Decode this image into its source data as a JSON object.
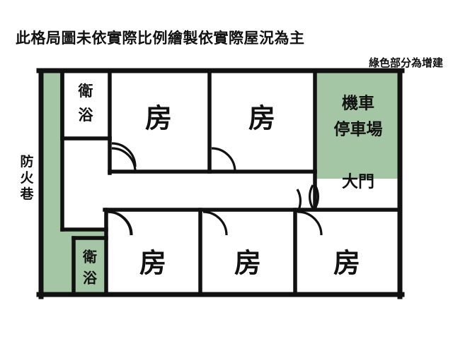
{
  "document": {
    "title_note": "此格局圖未依實際比例繪製依實際屋況為主",
    "legend_note": "綠色部分為增建",
    "colors": {
      "extension_green": "#a5c6a5",
      "wall_black": "#111111",
      "background": "#ffffff"
    }
  },
  "floorplan": {
    "exterior_label": {
      "fire_lane": "防火巷",
      "fire_lane_chars": [
        "防",
        "火",
        "巷"
      ]
    },
    "rooms": [
      {
        "id": "bath-top",
        "label": "衛浴",
        "chars": [
          "衛",
          "浴"
        ],
        "area": "top-left",
        "extension": false
      },
      {
        "id": "room-top-1",
        "label": "房",
        "area": "top",
        "extension": false
      },
      {
        "id": "room-top-2",
        "label": "房",
        "area": "top",
        "extension": false
      },
      {
        "id": "moto-park",
        "label": "機車停車場",
        "line1": "機車",
        "line2": "停車場",
        "area": "top-right",
        "extension": true
      },
      {
        "id": "main-gate",
        "label": "大門",
        "area": "right",
        "extension": false
      },
      {
        "id": "bath-bottom",
        "label": "衛浴",
        "chars": [
          "衛",
          "浴"
        ],
        "area": "bottom-left",
        "extension": true
      },
      {
        "id": "room-bottom-1",
        "label": "房",
        "area": "bottom",
        "extension": false
      },
      {
        "id": "room-bottom-2",
        "label": "房",
        "area": "bottom",
        "extension": false
      },
      {
        "id": "room-bottom-3",
        "label": "房",
        "area": "bottom",
        "extension": false
      }
    ]
  }
}
